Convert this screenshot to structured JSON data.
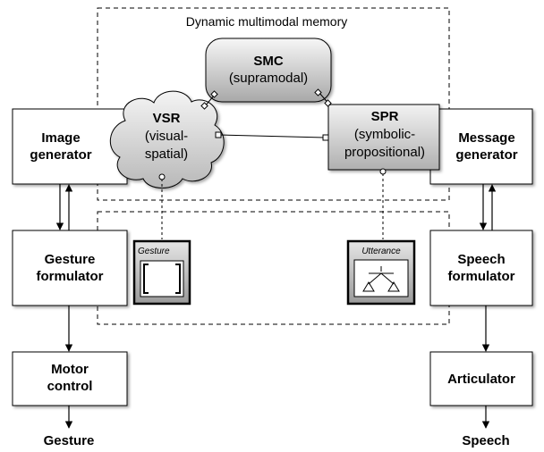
{
  "memory_title": "Dynamic multimodal memory",
  "smc": {
    "name": "SMC",
    "desc": "(supramodal)"
  },
  "vsr": {
    "name": "VSR",
    "desc_line1": "(visual-",
    "desc_line2": "spatial)"
  },
  "spr": {
    "name": "SPR",
    "desc_line1": "(symbolic-",
    "desc_line2": "propositional)"
  },
  "image_generator": {
    "line1": "Image",
    "line2": "generator"
  },
  "message_generator": {
    "line1": "Message",
    "line2": "generator"
  },
  "gesture_formulator": {
    "line1": "Gesture",
    "line2": "formulator"
  },
  "speech_formulator": {
    "line1": "Speech",
    "line2": "formulator"
  },
  "motor_control": {
    "line1": "Motor",
    "line2": "control"
  },
  "articulator": {
    "label": "Articulator"
  },
  "gesture_output": "Gesture",
  "speech_output": "Speech",
  "gesture_buffer": "Gesture",
  "utterance_buffer": "Utterance",
  "colors": {
    "box_fill": "#ffffff",
    "memory_fill": "#cccccc",
    "stroke": "#000000"
  }
}
